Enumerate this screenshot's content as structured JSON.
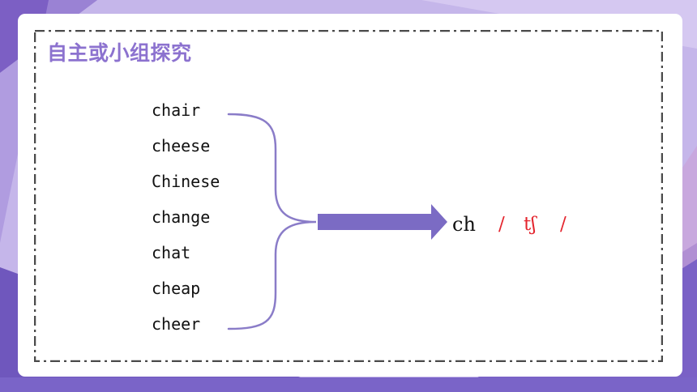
{
  "slide": {
    "title": "自主或小组探究",
    "words": [
      "chair",
      "cheese",
      "Chinese",
      "change",
      "chat",
      "cheap",
      "cheer"
    ],
    "letters": "ch",
    "phonetic": {
      "open_slash": "/",
      "symbol": "tʃ",
      "close_slash": "/"
    }
  },
  "colors": {
    "accent": "#8c72cf",
    "brace": "#8a7cc8",
    "arrow": "#7b6bc4",
    "phonetic": "#e4252e",
    "frame": "#4a4a4a",
    "background": "#b9a6e0"
  }
}
